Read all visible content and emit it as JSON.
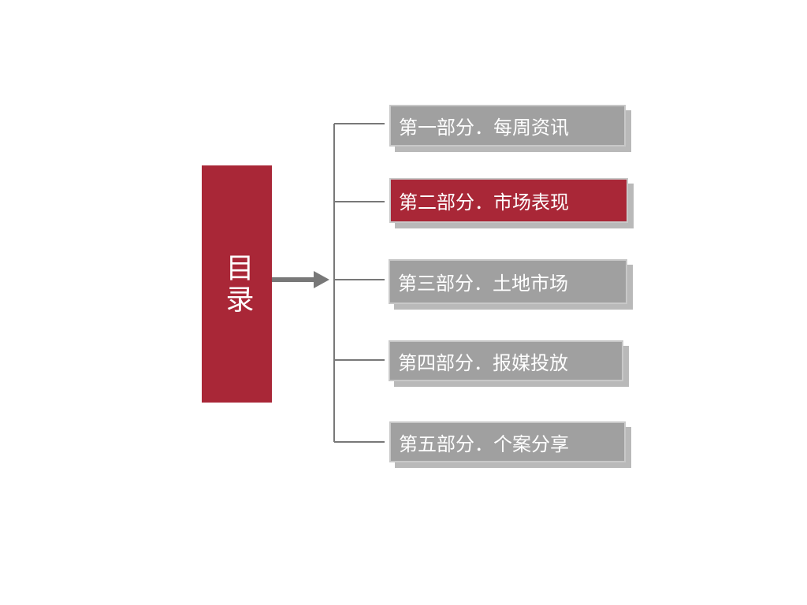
{
  "slide": {
    "title": "目录"
  },
  "colors": {
    "accent": "#a92737",
    "item_default": "#a0a0a0",
    "item_shadow": "#b9b9b9",
    "connector": "#787878"
  },
  "items": [
    {
      "label": "第一部分．每周资讯",
      "highlighted": false
    },
    {
      "label": "第二部分．市场表现",
      "highlighted": true
    },
    {
      "label": "第三部分．土地市场",
      "highlighted": false
    },
    {
      "label": "第四部分．报媒投放",
      "highlighted": false
    },
    {
      "label": "第五部分．个案分享",
      "highlighted": false
    }
  ]
}
